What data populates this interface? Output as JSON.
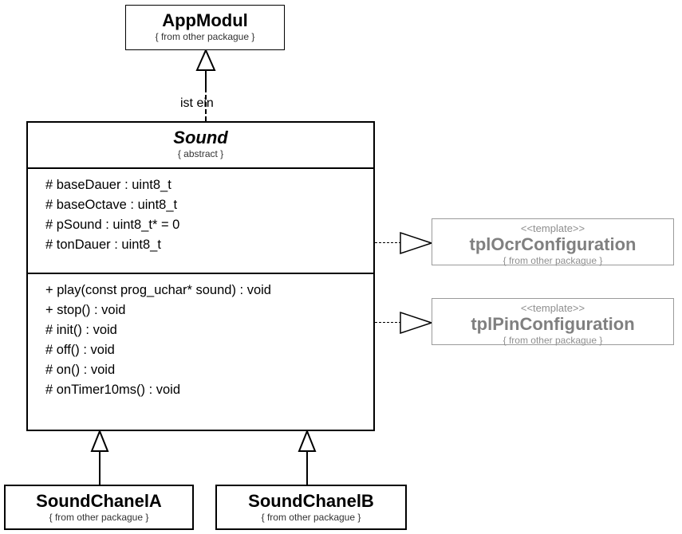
{
  "diagram": {
    "type": "uml-class-diagram",
    "title": "Sound class hierarchy"
  },
  "classes": {
    "app_modul": {
      "name": "AppModul",
      "note": "{ from other packague }"
    },
    "sound": {
      "name": "Sound",
      "note": "{ abstract }",
      "attributes": [
        "# baseDauer : uint8_t",
        "# baseOctave : uint8_t",
        "# pSound : uint8_t* = 0",
        "# tonDauer : uint8_t"
      ],
      "operations": [
        "+ play(const prog_uchar* sound) : void",
        "+ stop() : void",
        "# init() : void",
        "# off() : void",
        "# on() : void",
        "# onTimer10ms() : void"
      ]
    },
    "tpl_ocr_configuration": {
      "stereotype": "<<template>>",
      "name": "tplOcrConfiguration",
      "note": "{ from other packague }"
    },
    "tpl_pin_configuration": {
      "stereotype": "<<template>>",
      "name": "tplPinConfiguration",
      "note": "{ from other packague }"
    },
    "sound_chanel_a": {
      "name": "SoundChanelA",
      "note": "{ from other packague }"
    },
    "sound_chanel_b": {
      "name": "SoundChanelB",
      "note": "{ from other packague }"
    }
  },
  "relations": {
    "generalization_to_appmodul": {
      "label": "ist ein"
    }
  },
  "colors": {
    "line": "#000000",
    "ghost_text": "#808080",
    "ghost_border": "#9a9a9a",
    "background": "#ffffff"
  }
}
